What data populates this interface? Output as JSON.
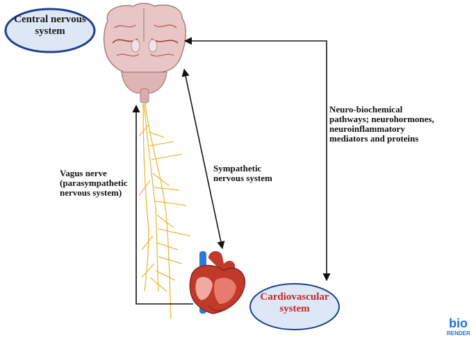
{
  "nodes": {
    "cns": {
      "line1": "Central nervous",
      "line2": "system"
    },
    "cardio": {
      "line1": "Cardiovascular",
      "line2": "system"
    }
  },
  "labels": {
    "vagus": {
      "line1": "Vagus nerve",
      "line2": "(parasympathetic",
      "line3": "nervous system)"
    },
    "sympathetic": {
      "line1": "Sympathetic",
      "line2": "nervous system"
    },
    "neuro": {
      "line1": "Neuro-biochemical",
      "line2": "pathways; neurohormones,",
      "line3": "neuroinflammatory",
      "line4": "mediators and proteins"
    }
  },
  "logo": {
    "top": "bio",
    "bottom": "RENDER"
  },
  "colors": {
    "node_fill": "#dde7f6",
    "node_stroke": "#1d3f8a",
    "cardio_text": "#c62828",
    "arrow": "#111111",
    "nerve": "#e8b93a",
    "brain": "#e9c6c6",
    "heart": "#c0392b",
    "vessel": "#2b7bd6",
    "logo": "#1e6fd9"
  }
}
